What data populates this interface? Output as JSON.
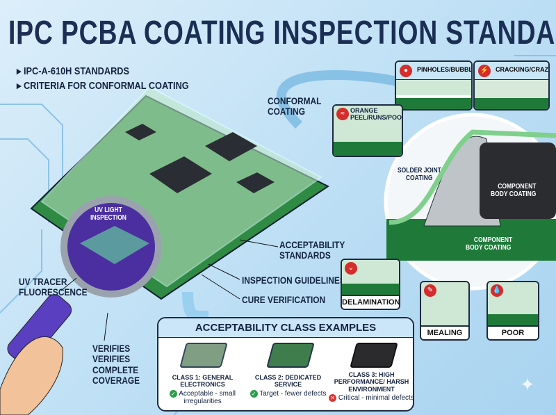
{
  "title": "IPC PCBA COATING INSPECTION STANDARDS",
  "bullets": [
    "IPC-A-610H STANDARDS",
    "CRITERIA FOR CONFORMAL COATING"
  ],
  "callouts": {
    "conformal_coating": [
      "CONFORMAL",
      "COATING"
    ],
    "uv_light_inspection": [
      "UV LIGHT",
      "INSPECTION"
    ],
    "acceptability_standards": [
      "ACCEPTABILITY",
      "STANDARDS"
    ],
    "inspection_guidelines": "INSPECTION GUIDELINES",
    "cure_verification": "CURE VERIFICATION",
    "uv_tracer": [
      "UV TRACER",
      "FLUORESCENCE"
    ],
    "verifies": [
      "VERIFIES",
      "VERIFIES",
      "COMPLETE",
      "COVERAGE"
    ],
    "solder_joint": [
      "SOLDER JOINT",
      "COATING"
    ],
    "component_body_1": [
      "COMPONENT",
      "BODY COATING"
    ],
    "component_body_2": [
      "COMPONENT",
      "BODY COATING"
    ]
  },
  "defects": {
    "pinholes": "PINHOLES/BUBBLES",
    "cracking": "CRACKING/CRAZING",
    "orange_peel": "ORANGE PEEL/RUNS/POOLS",
    "delamination": "DELAMINATION",
    "mealing": "MEALING",
    "poor_wetting": "POOR WETTING"
  },
  "class_examples": {
    "heading": "ACCEPTABILITY CLASS EXAMPLES",
    "classes": [
      {
        "label": "CLASS 1: GENERAL ELECTRONICS",
        "status": "Acceptable - small irregularities",
        "status_icon": "check-icon",
        "color": "#7f9e84"
      },
      {
        "label": "CLASS 2: DEDICATED SERVICE",
        "status": "Target - fewer defects",
        "status_icon": "check-icon",
        "color": "#3f7d4c"
      },
      {
        "label": "CLASS 3: HIGH PERFORMANCE/ HARSH ENVIRONMENT",
        "status": "Critical - minimal defects",
        "status_icon": "x-circle-icon",
        "color": "#2b2b2e"
      }
    ]
  },
  "colors": {
    "title": "#1b2f55",
    "board": "#2f8a43",
    "uv": "#4b2fa0",
    "coating": "#8ed49b"
  }
}
